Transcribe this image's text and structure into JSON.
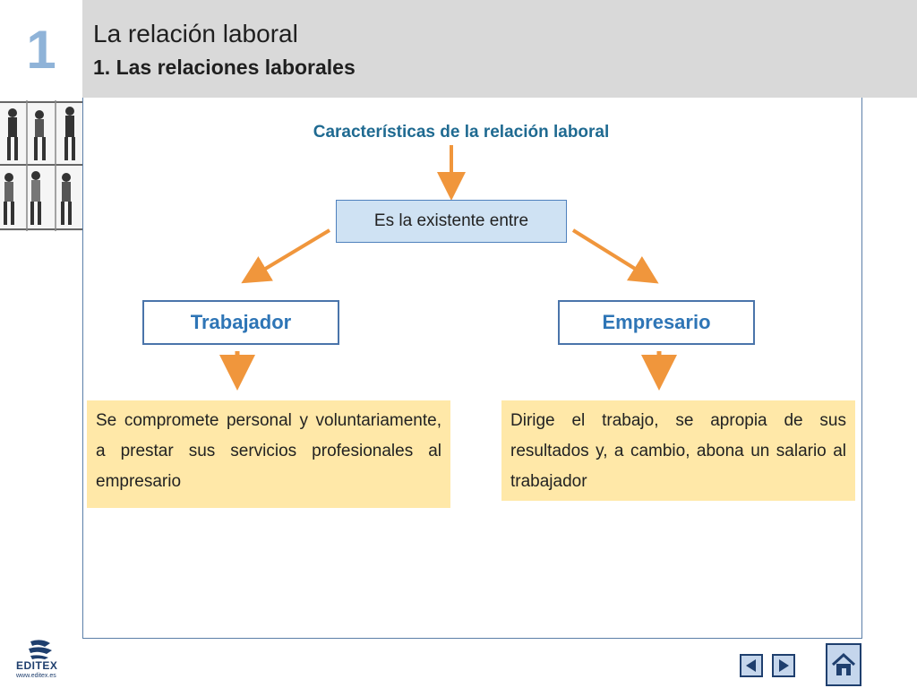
{
  "header": {
    "chapter_number": "1",
    "title": "La relación laboral",
    "subtitle": "1. Las relaciones laborales"
  },
  "diagram": {
    "heading": "Características de la relación laboral",
    "center_node": "Es la existente entre",
    "left_node": {
      "label": "Trabajador",
      "description": "Se compromete personal y voluntariamente, a prestar sus servicios profesionales al empresario"
    },
    "right_node": {
      "label": "Empresario",
      "description": "Dirige el trabajo, se apropia de sus resultados y, a cambio, abona un salario al trabajador"
    }
  },
  "footer": {
    "logo_text": "EDITEX",
    "logo_url": "www.editex.es",
    "prev_icon": "triangle-left-icon",
    "next_icon": "triangle-right-icon",
    "home_icon": "house-icon"
  },
  "colors": {
    "accent_blue": "#1f6a91",
    "arrow_orange": "#f0963c",
    "node_fill": "#cfe2f3",
    "description_fill": "#ffe8a8",
    "header_gray": "#d9d9d9"
  }
}
